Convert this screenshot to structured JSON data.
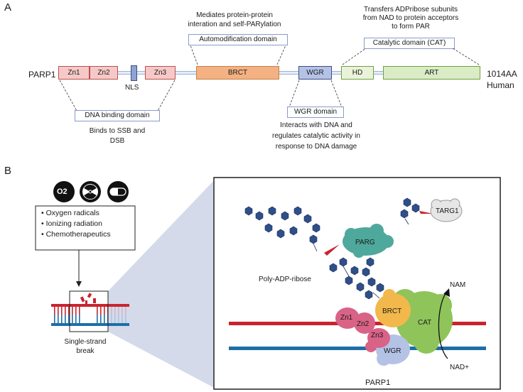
{
  "panelA": {
    "label": "A",
    "protein": "PARP1",
    "length_label": "1014AA",
    "species": "Human",
    "domains": {
      "zn1": "Zn1",
      "zn2": "Zn2",
      "nls": "NLS",
      "zn3": "Zn3",
      "brct": "BRCT",
      "wgr": "WGR",
      "hd": "HD",
      "art": "ART"
    },
    "automod": {
      "title": "Automodification domain",
      "desc_line1": "Mediates protein-protein",
      "desc_line2": "interation and self-PARylation"
    },
    "catalytic": {
      "title": "Catalytic domain (CAT)",
      "desc_line1": "Transfers ADPribose subunits",
      "desc_line2": "from NAD to protein acceptors",
      "desc_line3": "to form PAR"
    },
    "dna_binding": {
      "title": "DNA binding domain",
      "desc_line1": "Binds to SSB and",
      "desc_line2": "DSB"
    },
    "wgr_domain": {
      "title": "WGR domain",
      "desc_line1": "Interacts with DNA and",
      "desc_line2": "regulates catalytic activity in",
      "desc_line3": "response to DNA damage"
    }
  },
  "panelB": {
    "label": "B",
    "icon_o2_text": "O2",
    "causes": [
      "• Oxygen radicals",
      "• Ionizing radiation",
      "• Chemotherapeutics"
    ],
    "break_label_line1": "Single-strand",
    "break_label_line2": "break",
    "poly_adp_ribose": "Poly-ADP-ribose",
    "parg": "PARG",
    "targ1": "TARG1",
    "nam": "NAM",
    "nad": "NAD+",
    "parp1": "PARP1",
    "zoom_domains": {
      "brct": "BRCT",
      "cat": "CAT",
      "zn1": "Zn1",
      "zn2": "Zn2",
      "zn3": "Zn3",
      "wgr": "WGR"
    }
  },
  "colors": {
    "zn_fill": "#f6c9c9",
    "zn_border": "#c0504d",
    "nls_fill": "#8ea3d2",
    "brct_fill": "#f4b183",
    "wgr_fill": "#b4c2e6",
    "hd_fill": "#eaf3d9",
    "art_fill": "#d9ecc6",
    "cat_green": "#8fc45a",
    "brct_yellow": "#f2b84b",
    "zn_pink": "#d96287",
    "parg_teal": "#4fa89c",
    "chain_blue": "#2f4f8a",
    "dna_red": "#c8242f",
    "dna_blue": "#1e6ea8"
  }
}
